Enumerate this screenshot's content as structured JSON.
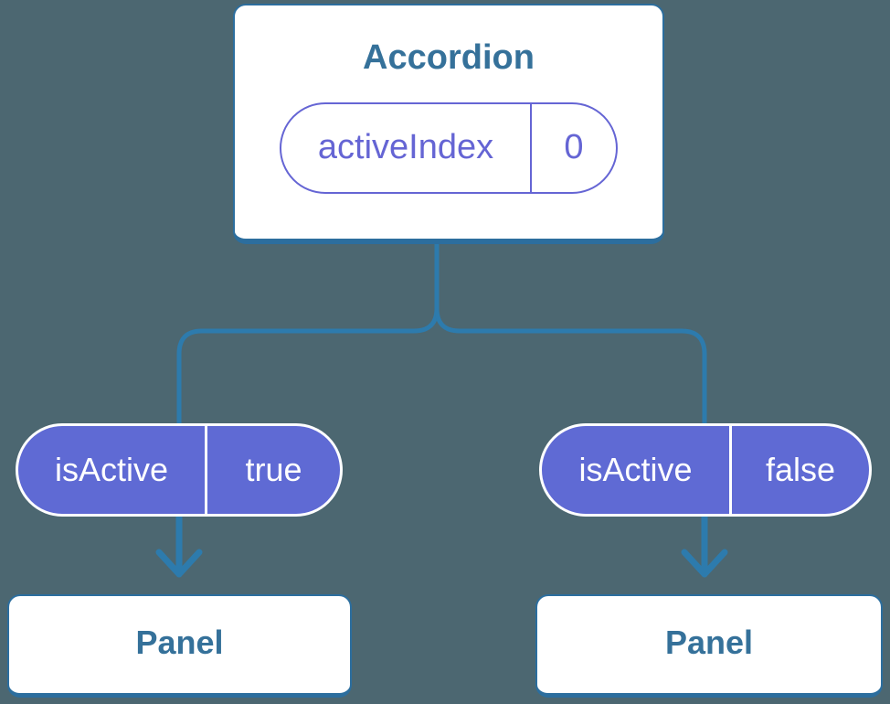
{
  "colors": {
    "bg": "#4C6771",
    "line": "#2D7BAD",
    "box-border": "#2C6E9E",
    "heading": "#35719A",
    "pill-fill": "#5F6AD4",
    "pill-outline": "#6565D4",
    "pill-text-light": "#FFFFFF"
  },
  "tree": {
    "root": {
      "title": "Accordion",
      "state": {
        "name": "activeIndex",
        "value": "0"
      }
    },
    "children": [
      {
        "prop": {
          "name": "isActive",
          "value": "true"
        },
        "label": "Panel"
      },
      {
        "prop": {
          "name": "isActive",
          "value": "false"
        },
        "label": "Panel"
      }
    ]
  }
}
